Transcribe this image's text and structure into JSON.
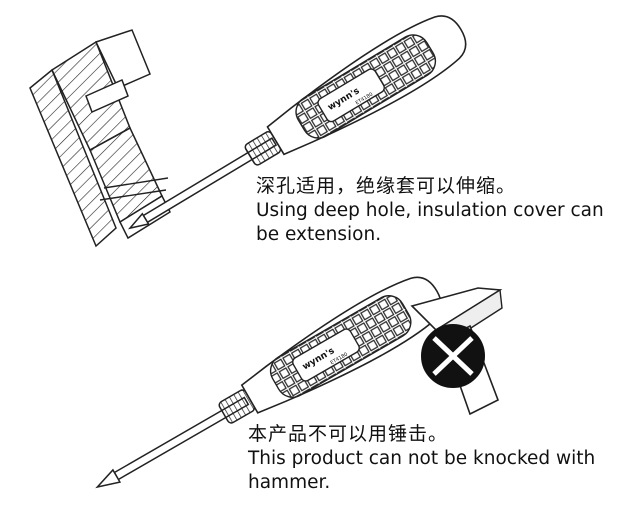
{
  "illustrations": {
    "top": {
      "brand_text": "wynn's",
      "model_text": "ET4180",
      "icon": "screwdriver-in-deep-hole-icon"
    },
    "bottom": {
      "brand_text": "wynn's",
      "model_text": "ET4180",
      "icon": "screwdriver-no-hammer-icon"
    },
    "prohibition_icon": "circle-x-icon"
  },
  "captions": {
    "deep_hole": {
      "zh": "深孔适用，绝缘套可以伸缩。",
      "en_line1": "Using deep hole, insulation cover can",
      "en_line2": "be extension."
    },
    "no_hammer": {
      "zh": "本产品不可以用锤击。",
      "en_line1": "This product can not be knocked with",
      "en_line2": "hammer."
    }
  },
  "colors": {
    "ink": "#111111",
    "paper": "#ffffff"
  }
}
